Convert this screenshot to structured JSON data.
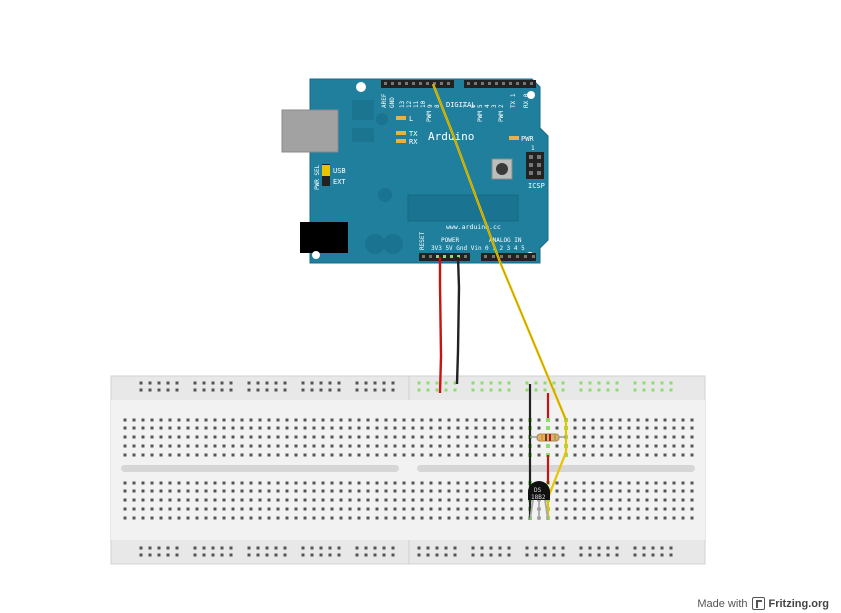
{
  "arduino": {
    "logo": "Arduino",
    "website": "www.arduino.cc",
    "digital_label": "DIGITAL",
    "top_pin_labels": [
      "AREF",
      "GND",
      "13",
      "12",
      "11",
      "10",
      "9",
      "8",
      "7",
      "6",
      "5",
      "4",
      "3",
      "2",
      "TX 1",
      "RX 0"
    ],
    "pwm_label": "PWM",
    "led_l": "L",
    "led_tx": "TX",
    "led_rx": "RX",
    "pwr_led": "PWR",
    "icsp": "ICSP",
    "icsp_pin": "1",
    "pwr_sel": "PWR SEL",
    "usb": "USB",
    "ext": "EXT",
    "reset": "RESET",
    "power_label": "POWER",
    "power_pins": "3V3 5V Gnd Vin",
    "analog_label": "ANALOG IN",
    "analog_pins": "0 1 2 3 4 5"
  },
  "sensor": {
    "label_line1": "DS",
    "label_line2": "18B2"
  },
  "footer": {
    "made_with": "Made with",
    "brand": "Fritzing.org"
  },
  "colors": {
    "board": "#1f7f9c",
    "board_dark": "#166a85",
    "breadboard": "#e6e6e6",
    "wire_red": "#cc1111",
    "wire_black": "#222222",
    "wire_yellow": "#e8c300",
    "highlight": "#8ddc72"
  }
}
